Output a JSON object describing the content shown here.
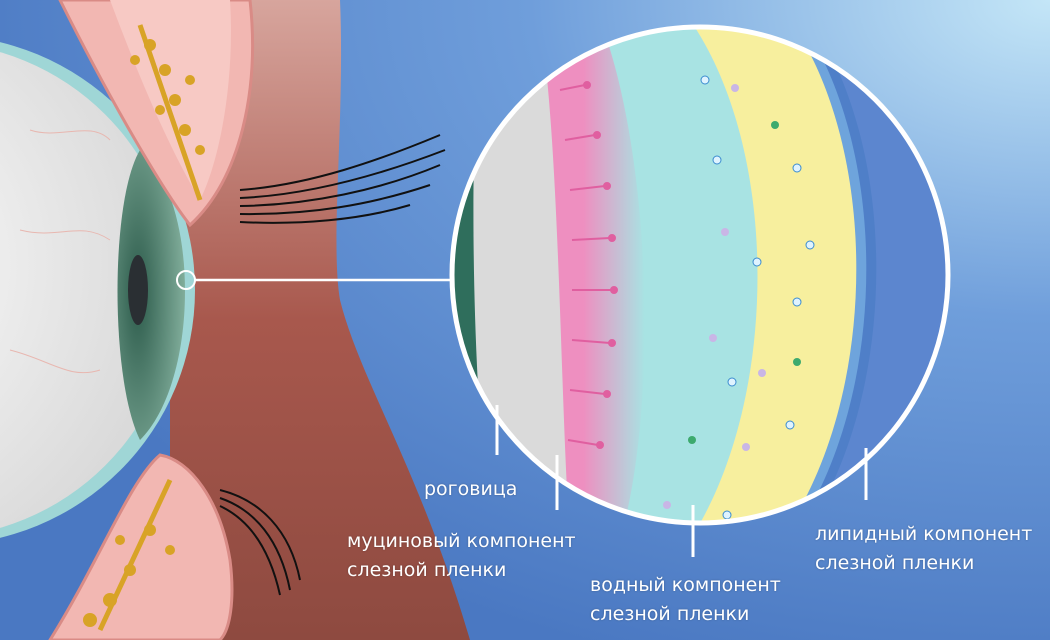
{
  "labels": {
    "cornea": "роговица",
    "mucin": [
      "муциновый компонент",
      "слезной пленки"
    ],
    "aqueous": [
      "водный компонент",
      "слезной пленки"
    ],
    "lipid": [
      "липидный компонент",
      "слезной пленки"
    ]
  },
  "colors": {
    "background": "#4f7fc8",
    "mucin": "#ee8fc0",
    "aqueous": "#a8e3e3",
    "lipid": "#f7ef9e",
    "cornea": "#dadada",
    "tissue": "#9a5148"
  }
}
